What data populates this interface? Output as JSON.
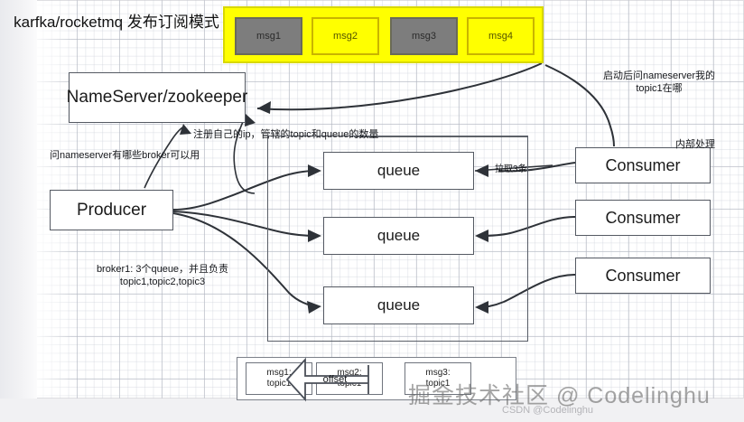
{
  "title": "karfka/rocketmq 发布订阅模式",
  "messages": {
    "items": [
      {
        "label": "msg1",
        "color": "#7d7d7d"
      },
      {
        "label": "msg2",
        "color": "#ffff00"
      },
      {
        "label": "msg3",
        "color": "#7d7d7d"
      },
      {
        "label": "msg4",
        "color": "#ffff00"
      }
    ]
  },
  "nodes": {
    "nameserver": "NameServer/zookeeper",
    "producer": "Producer",
    "queues": [
      "queue",
      "queue",
      "queue"
    ],
    "consumers": [
      "Consumer",
      "Consumer",
      "Consumer"
    ]
  },
  "annotations": {
    "register": "注册自己的ip，管辖的topic和queue的数量",
    "ask_broker": "问nameserver有哪些broker可以用",
    "broker_info": "broker1: 3个queue，并且负责\ntopic1,topic2,topic3",
    "consumer_start": "启动后问nameserver我的\ntopic1在哪",
    "inner_process": "内部处理",
    "pull": "拉取3条",
    "offset": "offset"
  },
  "offset_panel": {
    "boxes": [
      {
        "line1": "msg1:",
        "line2": "topic1"
      },
      {
        "line1": "msg2:",
        "line2": "topic1"
      },
      {
        "line1": "msg3:",
        "line2": "topic1"
      }
    ]
  },
  "watermark": {
    "main": "掘金技术社区 @ Codelinghu",
    "sub": "CSDN @Codelinghu"
  },
  "colors": {
    "strip": "#ffff00",
    "msg_gray": "#7d7d7d",
    "stroke": "#2e3238"
  }
}
